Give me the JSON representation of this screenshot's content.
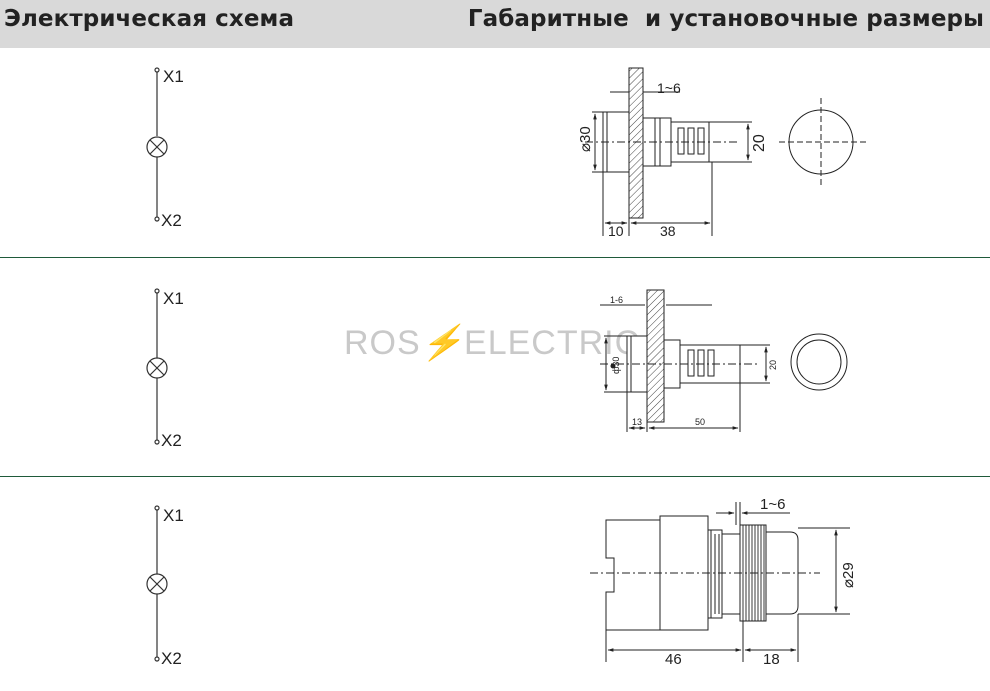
{
  "header": {
    "left_title": "Электрическая схема",
    "right_title": "Габаритные  и установочные размеры"
  },
  "watermark": {
    "left": "ROS",
    "bolt": "⚡",
    "right": "ELECTRIC"
  },
  "rows": [
    {
      "schematic": {
        "top_label": "X1",
        "bottom_label": "X2"
      },
      "dims": {
        "panel": "1~6",
        "diameter": "⌀30",
        "height": "20",
        "depth1": "10",
        "depth2": "38"
      }
    },
    {
      "schematic": {
        "top_label": "X1",
        "bottom_label": "X2"
      },
      "dims": {
        "panel": "1-6",
        "diameter": "ф30",
        "height": "20",
        "depth1": "13",
        "depth2": "50"
      }
    },
    {
      "schematic": {
        "top_label": "X1",
        "bottom_label": "X2"
      },
      "dims": {
        "panel": "1~6",
        "diameter": "⌀29",
        "depth1": "46",
        "depth2": "18"
      }
    }
  ],
  "colors": {
    "header_bg": "#d9d9d9",
    "divider": "#1f5a3a",
    "line": "#222222"
  }
}
